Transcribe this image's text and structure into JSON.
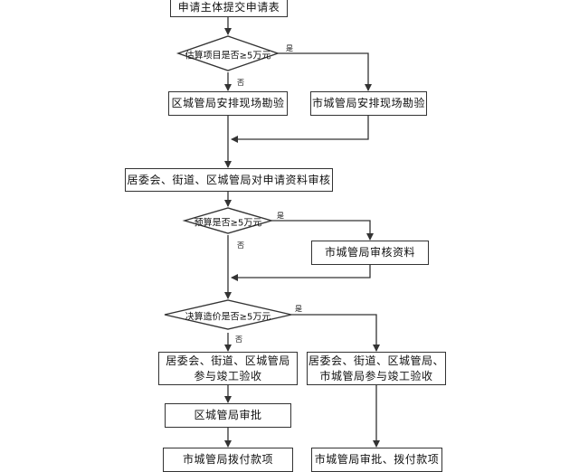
{
  "flowchart": {
    "submit_application": "申请主体提交申请表",
    "decision_estimate": "估算项目是否≥5万元",
    "district_site_survey": "区城管局安排现场勘验",
    "city_site_survey": "市城管局安排现场勘验",
    "joint_review": "居委会、街道、区城管局对申请资料审核",
    "decision_budget": "预算是否≥5万元",
    "city_review_materials": "市城管局审核资料",
    "decision_final_account": "决算造价是否≥5万元",
    "district_acceptance": [
      "居委会、街道、区城管局",
      "参与竣工验收"
    ],
    "city_acceptance": [
      "居委会、街道、区城管局、",
      "市城管局参与竣工验收"
    ],
    "district_approval": "区城管局审批",
    "city_allocate_funds": "市城管局拨付款项",
    "city_approve_and_pay": "市城管局审批、拨付款项",
    "yes_label": "是",
    "no_label": "否"
  }
}
